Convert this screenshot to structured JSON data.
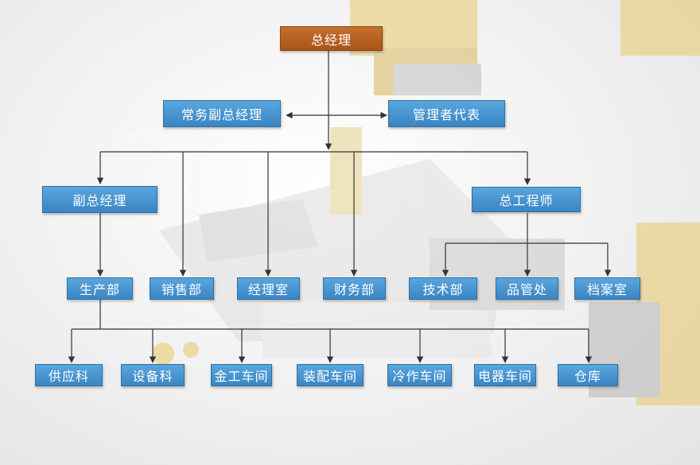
{
  "org_chart": {
    "general_manager": "总经理",
    "executive_deputy": "常务副总经理",
    "management_rep": "管理者代表",
    "watermark_text": "销售副总经理",
    "deputy_gm": "副总经理",
    "chief_engineer": "总工程师",
    "departments": {
      "production": "生产部",
      "sales": "销售部",
      "manager_office": "经理室",
      "finance": "财务部",
      "technology": "技术部",
      "quality": "品管处",
      "archives": "档案室"
    },
    "sections": {
      "supply": "供应科",
      "equipment": "设备科",
      "metalwork": "金工车间",
      "assembly": "装配车间",
      "cold_work": "冷作车间",
      "electrical": "电器车间",
      "warehouse": "仓库"
    }
  },
  "colors": {
    "top_node": "#b35f22",
    "node": "#4a96d2",
    "connector": "#333333"
  }
}
